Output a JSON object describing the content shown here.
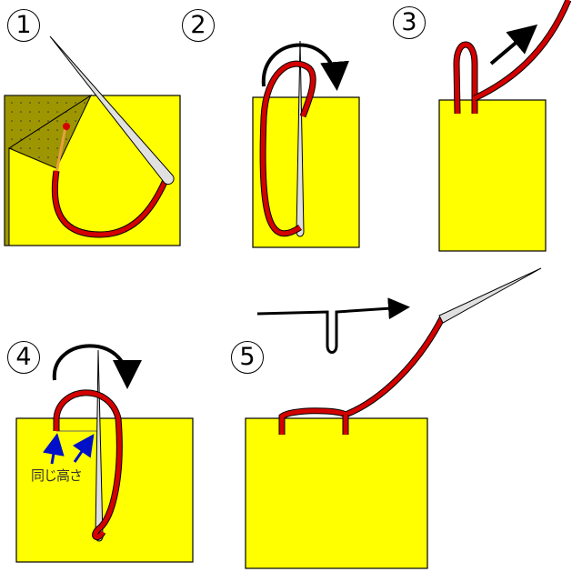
{
  "steps": [
    {
      "label": "1"
    },
    {
      "label": "2"
    },
    {
      "label": "3"
    },
    {
      "label": "4",
      "note": "同じ高さ"
    },
    {
      "label": "5"
    }
  ],
  "colors": {
    "fabric": "#ffff00",
    "fold": "#9e9600",
    "thread": "#d40000",
    "needle": "#e0e0e0",
    "arrow": "#000000",
    "marker_arrow": "#0010c8"
  }
}
